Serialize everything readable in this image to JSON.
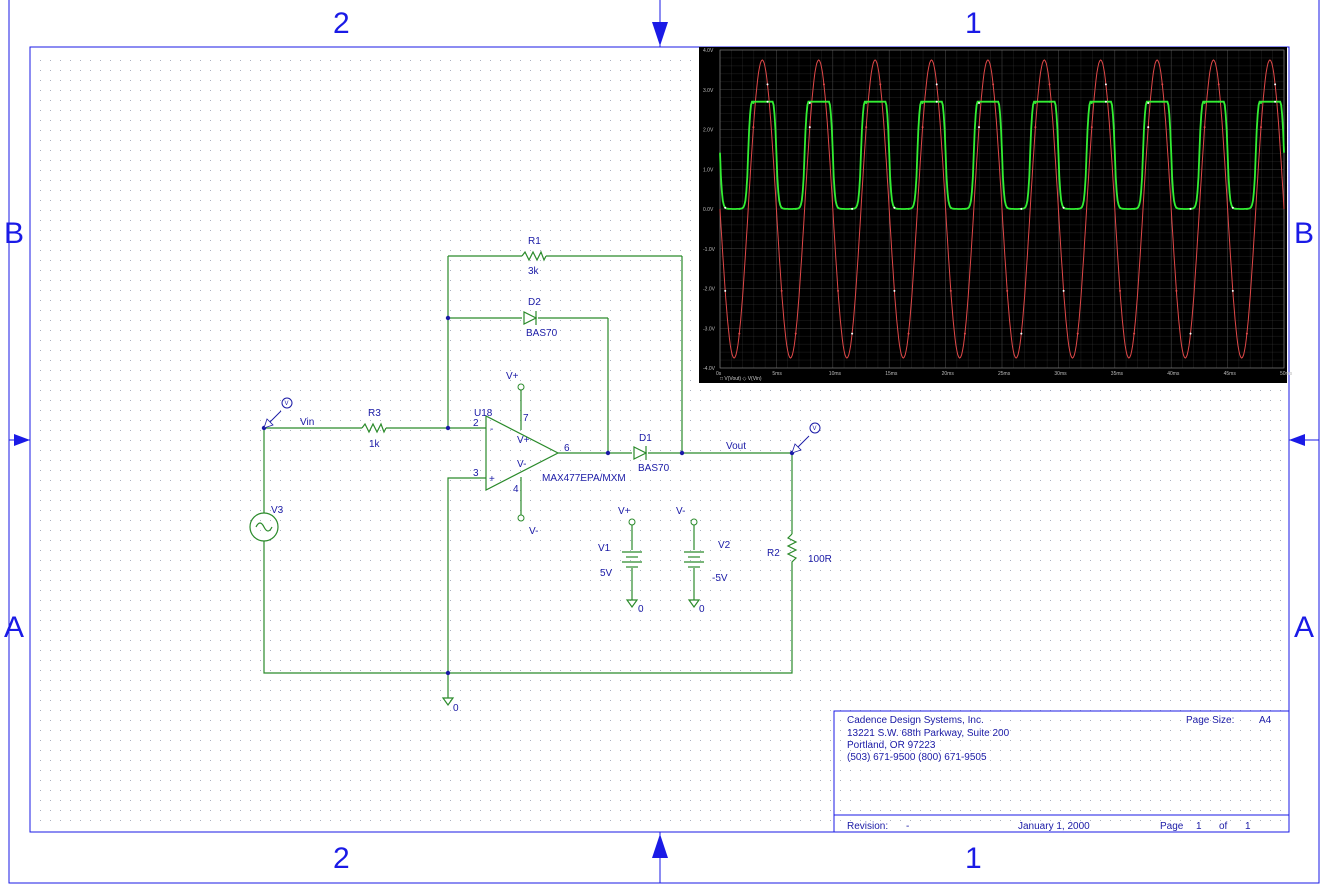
{
  "border": {
    "columns": [
      "2",
      "1"
    ],
    "rows": [
      "B",
      "A"
    ]
  },
  "title_block": {
    "company": "Cadence Design Systems, Inc.",
    "address1": "13221 S.W. 68th Parkway, Suite 200",
    "address2": "Portland, OR 97223",
    "phone": "(503) 671-9500   (800) 671-9505",
    "page_size_label": "Page Size:",
    "page_size": "A4",
    "revision_label": "Revision:",
    "revision": "-",
    "date": "January 1, 2000",
    "page_label": "Page",
    "page_num": "1",
    "of_label": "of",
    "page_total": "1"
  },
  "schematic": {
    "R1": {
      "ref": "R1",
      "value": "3k"
    },
    "R2": {
      "ref": "R2",
      "value": "100R"
    },
    "R3": {
      "ref": "R3",
      "value": "1k"
    },
    "D1": {
      "ref": "D1",
      "value": "BAS70"
    },
    "D2": {
      "ref": "D2",
      "value": "BAS70"
    },
    "U18": {
      "ref": "U18",
      "part": "MAX477EPA/MXM",
      "pin2": "2",
      "pin3": "3",
      "pin4": "4",
      "pin6": "6",
      "pin7": "7",
      "vplus_pin": "V+",
      "vminus_pin": "V-",
      "minus_sign": "-",
      "plus_sign": "+"
    },
    "V1": {
      "ref": "V1",
      "value": "5V",
      "net": "V+",
      "gnd": "0"
    },
    "V2": {
      "ref": "V2",
      "value": "-5V",
      "net": "V-",
      "gnd": "0"
    },
    "V3": {
      "ref": "V3"
    },
    "nets": {
      "vin": "Vin",
      "vout": "Vout",
      "vplus": "V+",
      "vminus": "V-",
      "gnd": "0"
    },
    "probe_letter": "V"
  },
  "chart_data": {
    "type": "line",
    "x_unit": "ms",
    "xlim": [
      0,
      50
    ],
    "ylim": [
      -4,
      4
    ],
    "x_ticks": [
      "0s",
      "5ms",
      "10ms",
      "15ms",
      "20ms",
      "25ms",
      "30ms",
      "35ms",
      "40ms",
      "45ms",
      "50ms"
    ],
    "y_ticks": [
      "4.0V",
      "3.0V",
      "2.0V",
      "1.0V",
      "0.0V",
      "-1.0V",
      "-2.0V",
      "-3.0V",
      "-4.0V"
    ],
    "grid": true,
    "legend_text": "□ V(Vout)   ◇ V(Vin)",
    "series": [
      {
        "name": "V(Vin)",
        "color": "#e04848",
        "shape": "sine",
        "amplitude": 3.75,
        "period_ms": 5,
        "phase_deg": 180
      },
      {
        "name": "V(Vout)",
        "color": "#33ee33",
        "shape": "half-wave",
        "high": 2.7,
        "low": 0.0,
        "period_ms": 5
      }
    ],
    "colors": {
      "background": "#000000",
      "grid": "#444444"
    }
  }
}
